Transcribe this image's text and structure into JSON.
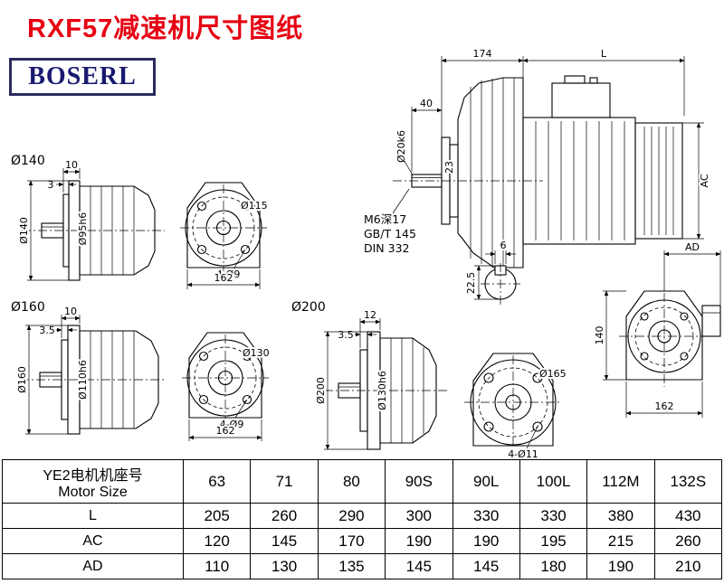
{
  "title": "RXF57减速机尺寸图纸",
  "logo": "BOSERL",
  "drawings": {
    "unit140": {
      "section_label": "Ø140",
      "dim_width": "10",
      "dim_step": "3",
      "dim_flange": "Ø140",
      "dim_pilot": "Ø95h6",
      "bolt_circle": "Ø115",
      "holes": "4-Ø9",
      "width": "162"
    },
    "unit160": {
      "section_label": "Ø160",
      "dim_width": "10",
      "dim_step": "3.5",
      "dim_flange": "Ø160",
      "dim_pilot": "Ø110h6",
      "bolt_circle": "Ø130",
      "holes": "4-Ø9",
      "width": "162"
    },
    "unit200": {
      "section_label": "Ø200",
      "dim_width": "12",
      "dim_step": "3.5",
      "dim_flange": "Ø200",
      "dim_pilot": "Ø130h6",
      "bolt_circle": "Ø165",
      "holes": "4-Ø11"
    },
    "main": {
      "dim_gear_length": "174",
      "dim_motor_length": "L",
      "dim_shaft_length": "40",
      "dim_shaft_dia": "Ø20k6",
      "dim_23": "23",
      "dim_ac": "AC",
      "note_tap": "M6深17",
      "note_gb": "GB/T 145",
      "note_din": "DIN 332",
      "key_width": "6",
      "key_height": "22.5"
    },
    "rear": {
      "dim_ad": "AD",
      "dim_height": "140",
      "dim_width": "162"
    }
  },
  "table": {
    "header": {
      "label_cn": "YE2电机机座号",
      "label_en": "Motor Size",
      "sizes": [
        "63",
        "71",
        "80",
        "90S",
        "90L",
        "100L",
        "112M",
        "132S"
      ]
    },
    "rows": [
      {
        "label": "L",
        "values": [
          "205",
          "260",
          "290",
          "300",
          "330",
          "330",
          "380",
          "430"
        ]
      },
      {
        "label": "AC",
        "values": [
          "120",
          "145",
          "170",
          "190",
          "190",
          "195",
          "215",
          "260"
        ]
      },
      {
        "label": "AD",
        "values": [
          "110",
          "130",
          "135",
          "145",
          "145",
          "180",
          "190",
          "210"
        ]
      }
    ]
  }
}
